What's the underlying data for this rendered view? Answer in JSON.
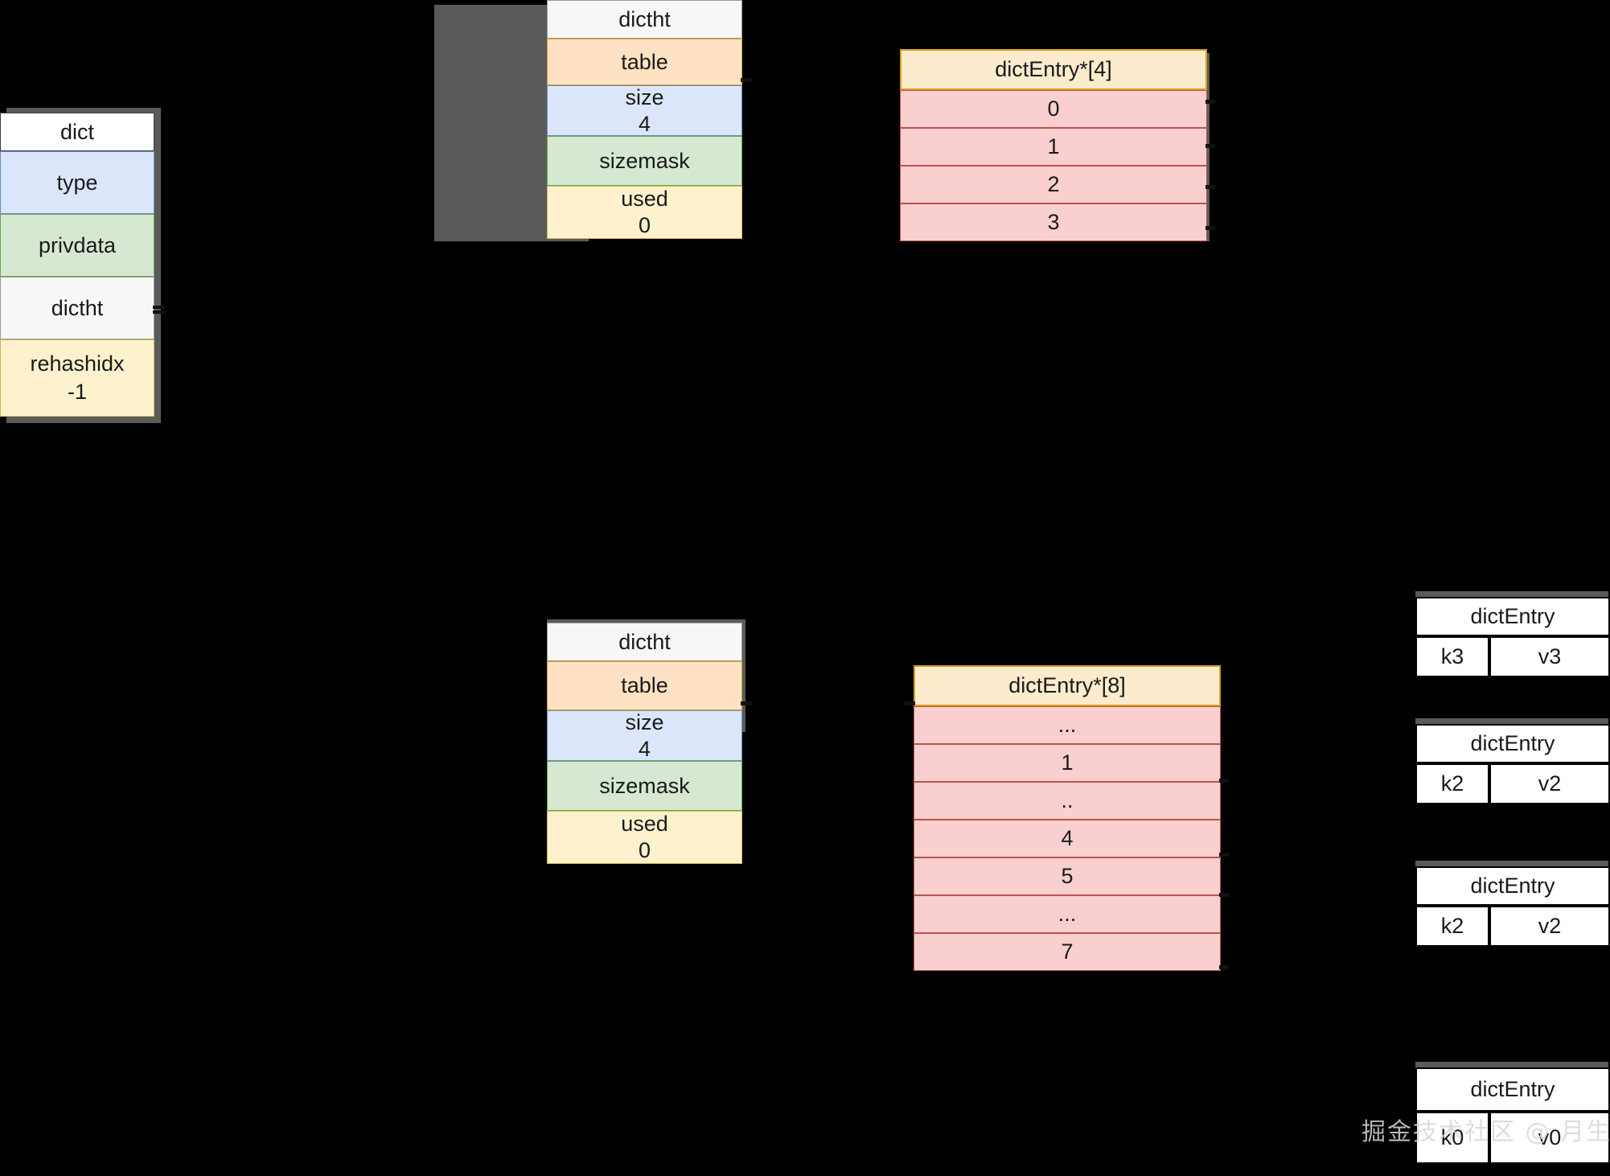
{
  "background_color": "#000000",
  "watermark": {
    "text": "掘金技术社区 @ 月生"
  },
  "palette": {
    "header_grey": "#f7f7f7",
    "orange": "#ffe2c4",
    "blue": "#dbe6fb",
    "green": "#d6e8d2",
    "yellow": "#fdf2cd",
    "array_header": "#fdebcd",
    "array_cell": "#f9cfcf",
    "node_white": "#ffffff"
  },
  "dict_struct": {
    "title": "dict",
    "fields": [
      {
        "label": "type"
      },
      {
        "label": "privdata"
      },
      {
        "label": "dictht"
      },
      {
        "label": "rehashidx",
        "value": "-1"
      }
    ]
  },
  "dictht_ht0": {
    "title": "dictht",
    "fields": [
      {
        "label": "table",
        "value": ""
      },
      {
        "label": "size",
        "value": "4"
      },
      {
        "label": "sizemask",
        "value": ""
      },
      {
        "label": "used",
        "value": "0"
      }
    ]
  },
  "dictht_ht1": {
    "title": "dictht",
    "fields": [
      {
        "label": "table",
        "value": ""
      },
      {
        "label": "size",
        "value": "4"
      },
      {
        "label": "sizemask",
        "value": ""
      },
      {
        "label": "used",
        "value": "0"
      }
    ]
  },
  "bucket_array_4": {
    "title": "dictEntry*[4]",
    "slots": [
      "0",
      "1",
      "2",
      "3"
    ]
  },
  "bucket_array_8": {
    "title": "dictEntry*[8]",
    "slots": [
      "...",
      "1",
      "..",
      "4",
      "5",
      "...",
      "7"
    ]
  },
  "entries": [
    {
      "title": "dictEntry",
      "key": "k3",
      "value": "v3"
    },
    {
      "title": "dictEntry",
      "key": "k2",
      "value": "v2"
    },
    {
      "title": "dictEntry",
      "key": "k2",
      "value": "v2"
    },
    {
      "title": "dictEntry",
      "key": "k0",
      "value": "v0"
    }
  ]
}
